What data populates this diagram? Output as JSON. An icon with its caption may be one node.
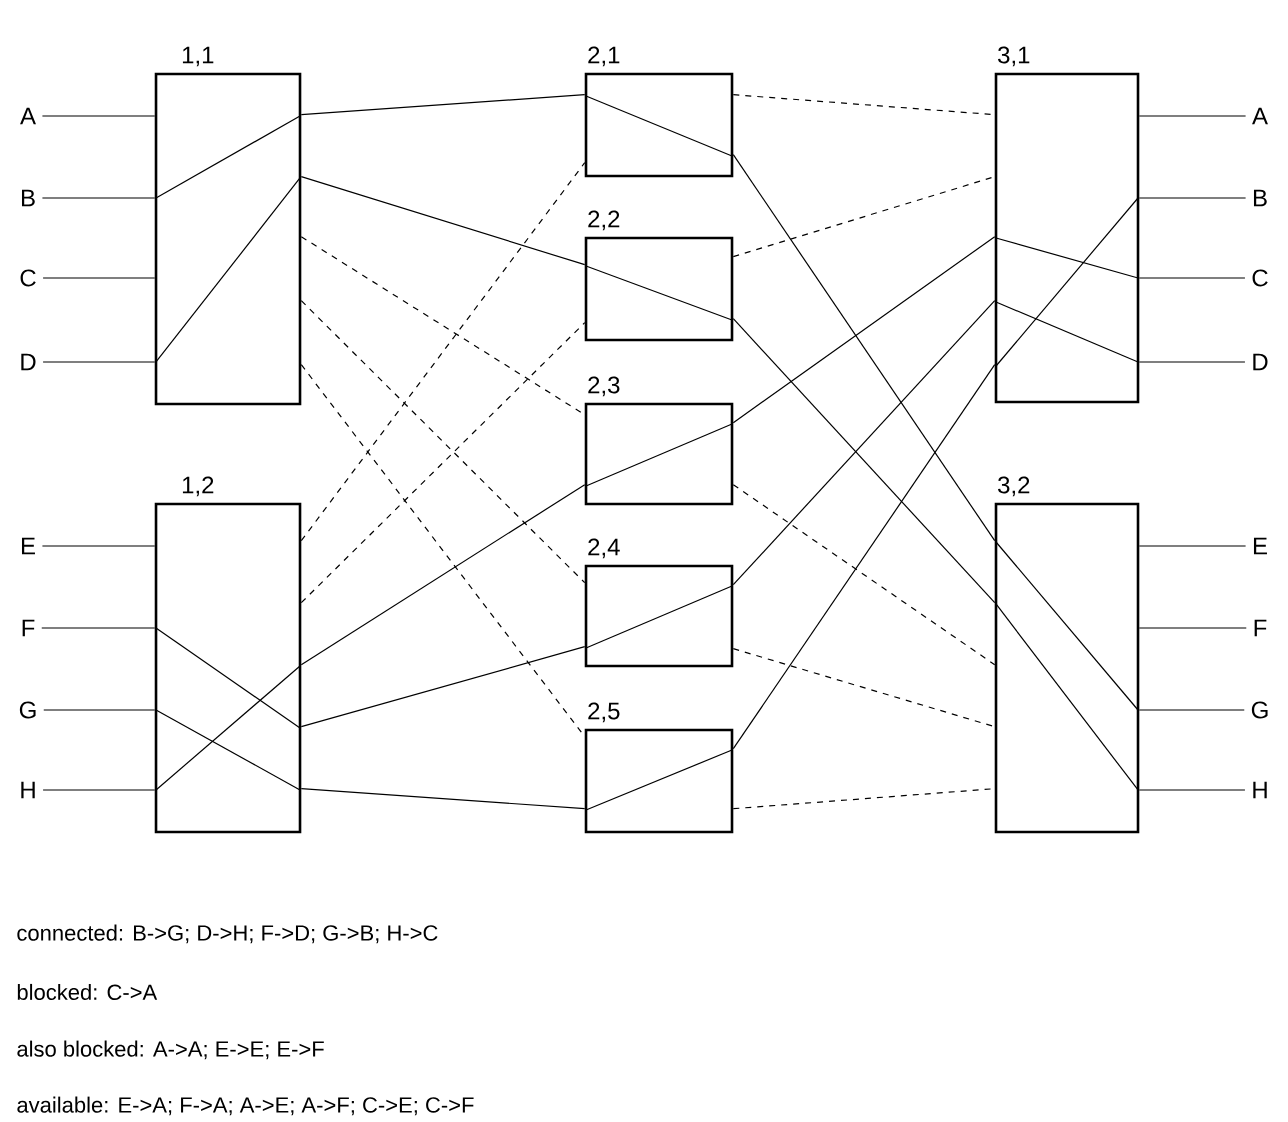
{
  "diagram": {
    "nodes": [
      {
        "text": [
          "1,1"
        ]
      },
      {
        "text": [
          "1,2"
        ]
      },
      {
        "text": [
          "2,1"
        ]
      },
      {
        "text": [
          "2,2"
        ]
      },
      {
        "text": [
          "2,3"
        ]
      },
      {
        "text": [
          "2,4"
        ]
      },
      {
        "text": [
          "2,5"
        ]
      },
      {
        "text": [
          "3,1"
        ]
      },
      {
        "text": [
          "3,2"
        ]
      },
      {
        "text": [
          "A"
        ]
      },
      {
        "text": [
          "B"
        ]
      },
      {
        "text": [
          "C"
        ]
      },
      {
        "text": [
          "D"
        ]
      },
      {
        "text": [
          "E"
        ]
      },
      {
        "text": [
          "F"
        ]
      },
      {
        "text": [
          "G"
        ]
      },
      {
        "text": [
          "H"
        ]
      },
      {
        "text": [
          "A"
        ]
      },
      {
        "text": [
          "B"
        ]
      },
      {
        "text": [
          "C"
        ]
      },
      {
        "text": [
          "D"
        ]
      },
      {
        "text": [
          "E"
        ]
      },
      {
        "text": [
          "F"
        ]
      },
      {
        "text": [
          "G"
        ]
      },
      {
        "text": [
          "H"
        ]
      }
    ],
    "edges": [
      {
        "from": 0,
        "to": 2,
        "arrow": "none"
      },
      {
        "from": 0,
        "to": 3,
        "arrow": "none"
      },
      {
        "from": 0,
        "to": 4,
        "arrow": "none",
        "style": "dashed"
      },
      {
        "from": 0,
        "to": 5,
        "arrow": "none",
        "style": "dashed"
      },
      {
        "from": 0,
        "to": 6,
        "arrow": "none",
        "style": "dashed"
      },
      {
        "from": 1,
        "to": 2,
        "arrow": "none",
        "style": "dashed"
      },
      {
        "from": 1,
        "to": 3,
        "arrow": "none",
        "style": "dashed"
      },
      {
        "from": 1,
        "to": 4,
        "arrow": "none"
      },
      {
        "from": 1,
        "to": 5,
        "arrow": "none"
      },
      {
        "from": 1,
        "to": 6,
        "arrow": "none"
      },
      {
        "from": 2,
        "to": 7,
        "arrow": "none",
        "style": "dashed"
      },
      {
        "from": 2,
        "to": 8,
        "arrow": "none"
      },
      {
        "from": 3,
        "to": 7,
        "arrow": "none",
        "style": "dashed"
      },
      {
        "from": 3,
        "to": 8,
        "arrow": "none"
      },
      {
        "from": 4,
        "to": 7,
        "arrow": "none"
      },
      {
        "from": 4,
        "to": 8,
        "arrow": "none",
        "style": "dashed"
      },
      {
        "from": 5,
        "to": 7,
        "arrow": "none"
      },
      {
        "from": 5,
        "to": 8,
        "arrow": "none",
        "style": "dashed"
      },
      {
        "from": 6,
        "to": 7,
        "arrow": "none"
      },
      {
        "from": 6,
        "to": 8,
        "arrow": "none",
        "style": "dashed"
      },
      {
        "from": 9,
        "to": 0,
        "arrow": "none"
      },
      {
        "from": 10,
        "to": 0,
        "arrow": "none"
      },
      {
        "from": 11,
        "to": 0,
        "arrow": "none"
      },
      {
        "from": 12,
        "to": 0,
        "arrow": "none"
      },
      {
        "from": 13,
        "to": 1,
        "arrow": "none"
      },
      {
        "from": 14,
        "to": 1,
        "arrow": "none"
      },
      {
        "from": 15,
        "to": 1,
        "arrow": "none"
      },
      {
        "from": 16,
        "to": 1,
        "arrow": "none"
      },
      {
        "from": 7,
        "to": 17,
        "arrow": "none"
      },
      {
        "from": 7,
        "to": 18,
        "arrow": "none"
      },
      {
        "from": 7,
        "to": 19,
        "arrow": "none"
      },
      {
        "from": 7,
        "to": 20,
        "arrow": "none"
      },
      {
        "from": 8,
        "to": 21,
        "arrow": "none"
      },
      {
        "from": 8,
        "to": 22,
        "arrow": "none"
      },
      {
        "from": 8,
        "to": 23,
        "arrow": "none"
      },
      {
        "from": 8,
        "to": 24,
        "arrow": "none"
      }
    ],
    "labels": [
      "connected:  B->G; D->H; F->D; G->B; H->C",
      "blocked:  C->A",
      "also blocked:  A->A; E->E; E->F",
      "available: E->A; F->A; A->E; A->F; C->E; C->F"
    ]
  }
}
